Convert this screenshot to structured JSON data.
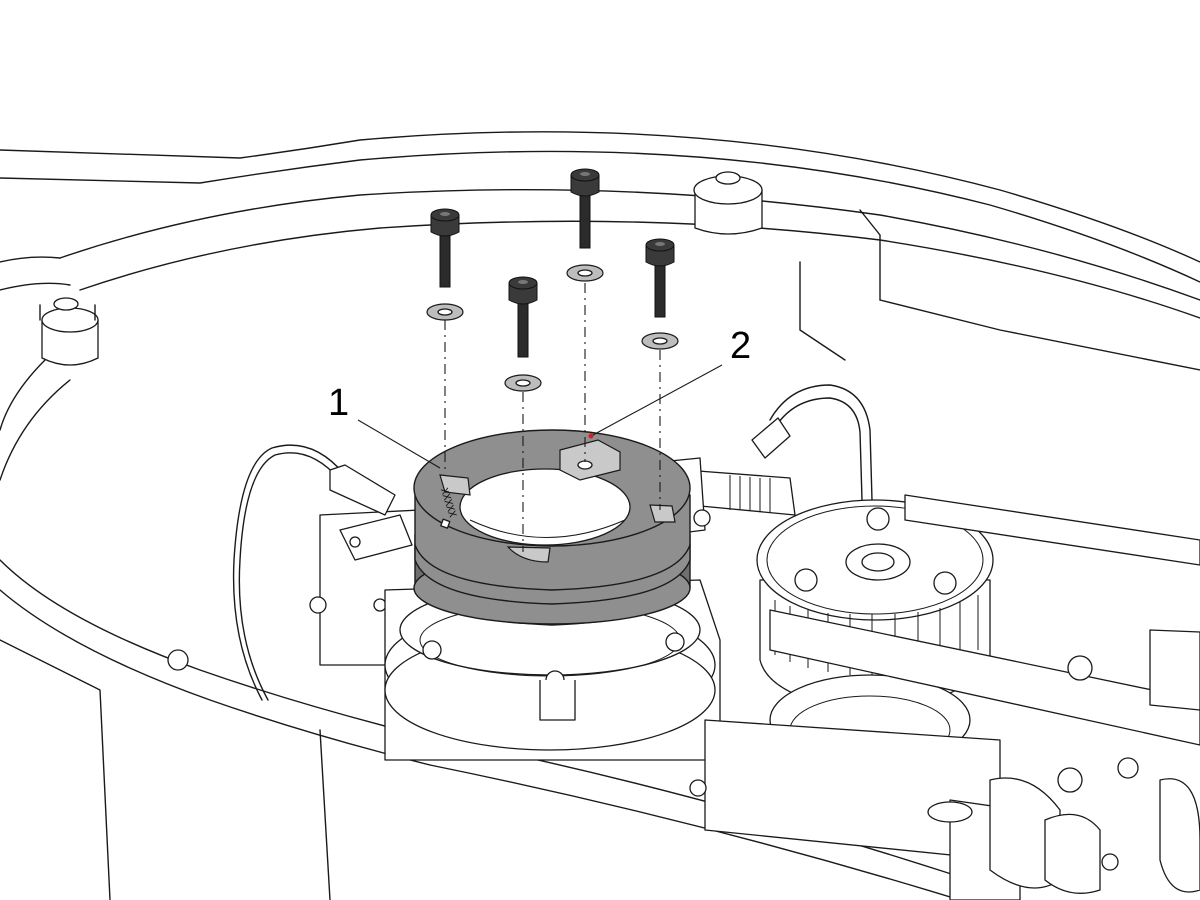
{
  "callouts": [
    {
      "id": "1",
      "label": "1"
    },
    {
      "id": "2",
      "label": "2"
    }
  ],
  "ring_marking": "XXXXX",
  "colors": {
    "line": "#1a1a1a",
    "ring": "#8f8f8f",
    "bolt": "#2b2b2b",
    "washer": "#bdbdbd",
    "marker": "#d62020"
  }
}
